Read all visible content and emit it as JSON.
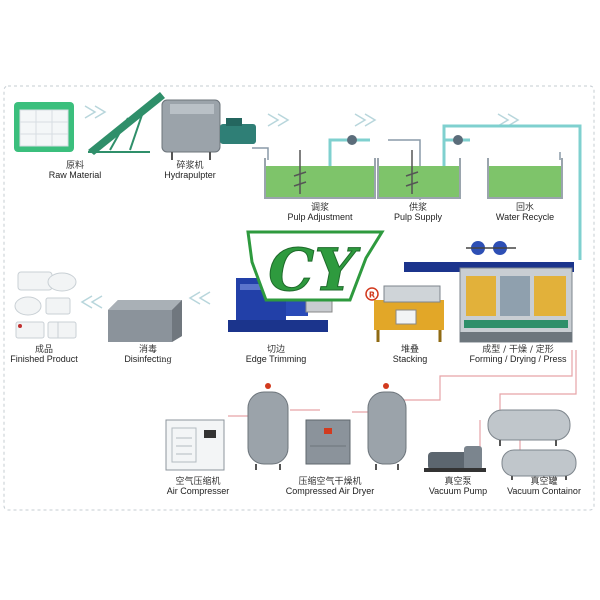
{
  "stages": {
    "raw_material": {
      "cn": "原料",
      "en": "Raw Material"
    },
    "hydrapulpter": {
      "cn": "碎浆机",
      "en": "Hydrapulpter"
    },
    "pulp_adjustment": {
      "cn": "调浆",
      "en": "Pulp Adjustment"
    },
    "pulp_supply": {
      "cn": "供浆",
      "en": "Pulp Supply"
    },
    "water_recycle": {
      "cn": "回水",
      "en": "Water Recycle"
    },
    "finished_product": {
      "cn": "成品",
      "en": "Finished Product"
    },
    "disinfecting": {
      "cn": "消毒",
      "en_main": "Disinfect",
      "en_tail": "ing"
    },
    "edge_trimming": {
      "cn": "切边",
      "en": "Edge Trimming"
    },
    "stacking": {
      "cn": "堆叠",
      "en": "Stacking"
    },
    "forming": {
      "cn": "成型 / 干燥 / 定形",
      "en": "Forming / Drying / Press"
    },
    "air_compressor": {
      "cn": "空气压缩机",
      "en": "Air Compresser"
    },
    "air_dryer": {
      "cn": "压缩空气干燥机",
      "en": "Compressed Air Dryer"
    },
    "vacuum_pump": {
      "cn": "真空泵",
      "en": "Vacuum Pump"
    },
    "vacuum_container": {
      "cn": "真空罐",
      "en": "Vacuum Containor"
    }
  },
  "logo": {
    "text": "CY",
    "registered": "R"
  },
  "colors": {
    "tank_water": "#7ec46a",
    "tank_edge": "#9aa4ad",
    "pipe": "#8a9aa8",
    "pipe_cyan": "#7fd0cf",
    "pipe_pink": "#e6a3a8",
    "machine_blue": "#2240a8",
    "machine_grey": "#8b939b",
    "conveyor_green": "#2f8f6a",
    "logo_green": "#2e9a3e",
    "logo_red": "#d23a1e",
    "vessel_grey": "#9ba3aa"
  }
}
